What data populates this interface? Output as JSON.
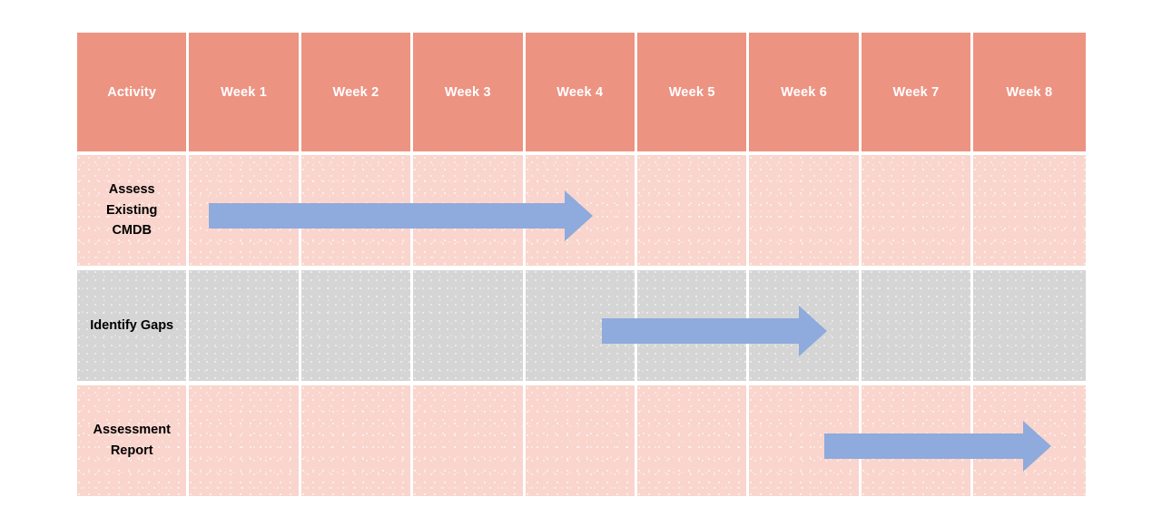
{
  "chart_data": {
    "type": "bar",
    "title": "",
    "xlabel": "",
    "ylabel": "",
    "categories": [
      "Assess Existing CMDB",
      "Identify Gaps",
      "Assessment Report"
    ],
    "x_categories": [
      "Week 1",
      "Week 2",
      "Week 3",
      "Week 4",
      "Week 5",
      "Week 6",
      "Week 7",
      "Week 8"
    ],
    "series": [
      {
        "name": "Assess Existing CMDB",
        "start_week": 1,
        "end_week": 4,
        "duration_weeks": 3.4
      },
      {
        "name": "Identify Gaps",
        "start_week": 4.7,
        "end_week": 6.7,
        "duration_weeks": 2.0
      },
      {
        "name": "Assessment Report",
        "start_week": 6.7,
        "end_week": 8.7,
        "duration_weeks": 2.0
      }
    ],
    "legend": [],
    "grid": true,
    "annotations": []
  },
  "colors": {
    "header_background": "#ED9382",
    "header_text": "#FFFFFF",
    "row_pink": "#F9D5CD",
    "row_gray": "#D5D5D5",
    "arrow_blue": "#8FAADC",
    "gridline": "#FFFFFF",
    "label_text": "#000000",
    "page_background": "#FFFFFF"
  },
  "table": {
    "headers": [
      {
        "label": "Activity",
        "name": "header-activity"
      },
      {
        "label": "Week 1",
        "name": "header-week-1"
      },
      {
        "label": "Week 2",
        "name": "header-week-2"
      },
      {
        "label": "Week 3",
        "name": "header-week-3"
      },
      {
        "label": "Week 4",
        "name": "header-week-4"
      },
      {
        "label": "Week 5",
        "name": "header-week-5"
      },
      {
        "label": "Week 6",
        "name": "header-week-6"
      },
      {
        "label": "Week 7",
        "name": "header-week-7"
      },
      {
        "label": "Week 8",
        "name": "header-week-8"
      }
    ],
    "rows": [
      {
        "activity_line1": "Assess",
        "activity_line2": "Existing",
        "activity_line3": "CMDB",
        "activity_full": "Assess Existing CMDB",
        "style": "pink",
        "bar": {
          "label": "task-bar-assess-existing-cmdb"
        }
      },
      {
        "activity_line1": "Identify Gaps",
        "activity_line2": "",
        "activity_line3": "",
        "activity_full": "Identify Gaps",
        "style": "gray",
        "bar": {
          "label": "task-bar-identify-gaps"
        }
      },
      {
        "activity_line1": "Assessment",
        "activity_line2": "Report",
        "activity_line3": "",
        "activity_full": "Assessment Report",
        "style": "pink",
        "bar": {
          "label": "task-bar-assessment-report"
        }
      }
    ]
  }
}
